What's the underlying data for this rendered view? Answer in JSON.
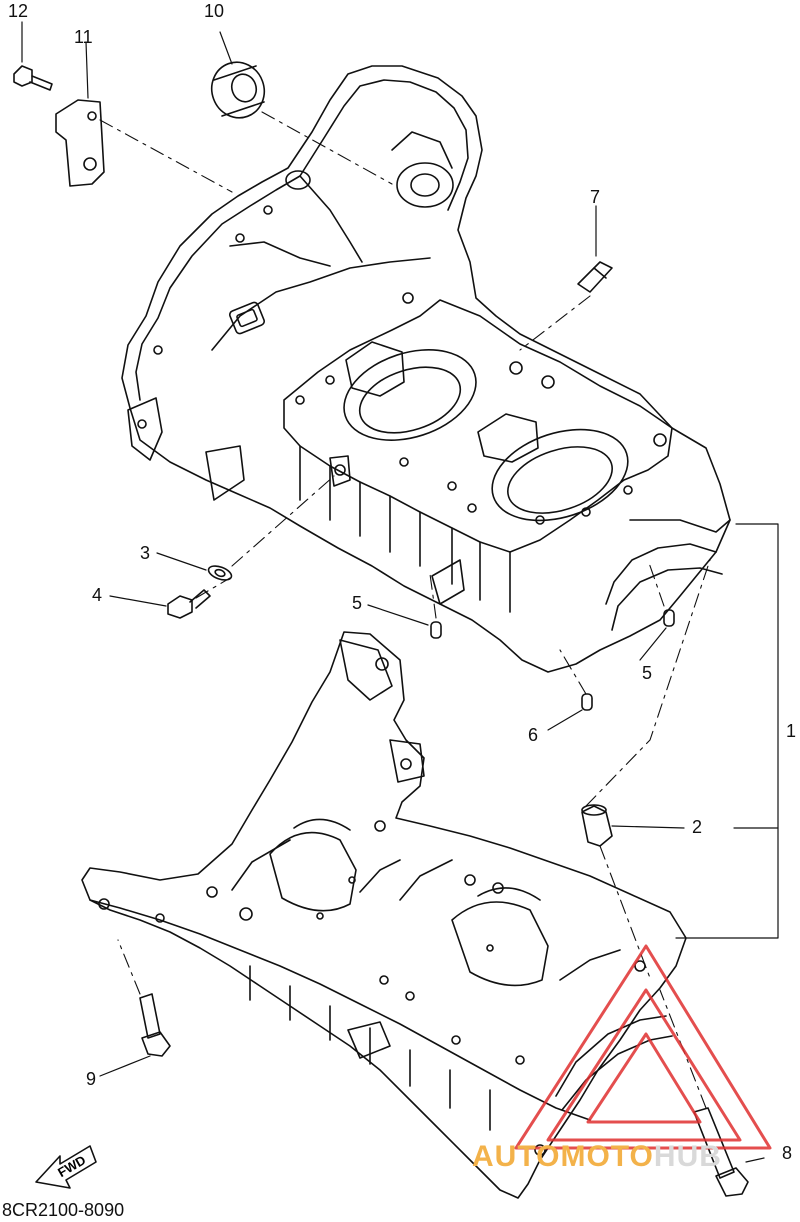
{
  "callouts": {
    "c1": "1",
    "c2": "2",
    "c3": "3",
    "c4": "4",
    "c5a": "5",
    "c5b": "5",
    "c6": "6",
    "c7": "7",
    "c8": "8",
    "c9": "9",
    "c10": "10",
    "c11": "11",
    "c12": "12"
  },
  "fwd_label": "FWD",
  "diagram_code": "8CR2100-8090",
  "watermark": {
    "part1": "AUTOMOTO",
    "part2": "HUB"
  },
  "colors": {
    "line": "#111111",
    "watermark_red": "#e03030",
    "watermark_orange": "#f3b24a",
    "watermark_gray": "#d9d9d9"
  }
}
